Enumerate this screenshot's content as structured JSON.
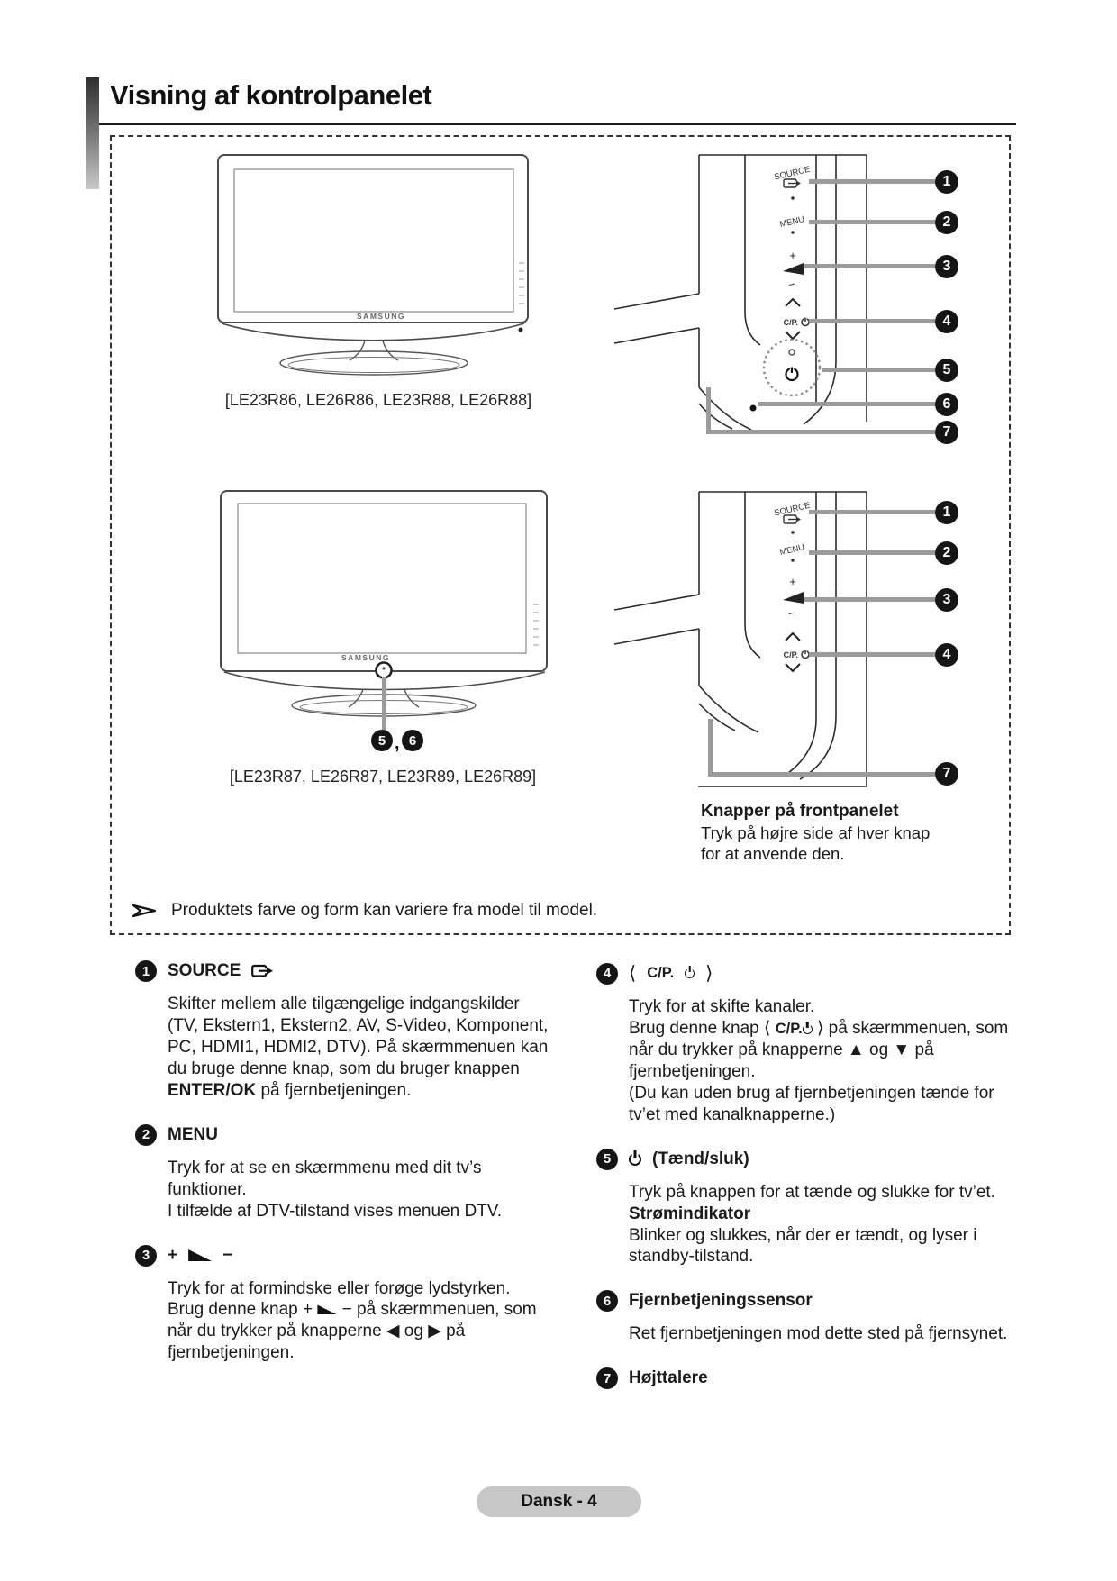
{
  "header": {
    "title": "Visning af kontrolpanelet"
  },
  "diagram": {
    "brand": "SAMSUNG",
    "models_top": "[LE23R86, LE26R86, LE23R88, LE26R88]",
    "models_bottom": "[LE23R87, LE26R87, LE23R89, LE26R89]",
    "caption_title": "Knapper på frontpanelet",
    "caption_text": "Tryk på højre side af hver knap for at anvende den.",
    "note": "Produktets farve og form kan variere fra model til model.",
    "panel": {
      "source": "SOURCE",
      "menu": "MENU",
      "plus": "+",
      "minus": "−",
      "cp": "C/P."
    },
    "callouts_top": [
      "1",
      "2",
      "3",
      "4",
      "5",
      "6",
      "7"
    ],
    "callouts_bottom": [
      "1",
      "2",
      "3",
      "4",
      "7"
    ],
    "front_callouts": {
      "a": "5",
      "sep": ",",
      "b": "6"
    }
  },
  "items": [
    {
      "num": "1",
      "title": "SOURCE",
      "p1a": "Skifter mellem alle tilgængelige indgangskilder (TV, Ekstern1, Ekstern2, AV, S-Video, Komponent, PC, HDMI1, HDMI2, DTV). På skærmmenuen kan du bruge denne knap, som du bruger knappen ",
      "p1b": "ENTER/OK",
      "p1c": " på fjernbetjeningen."
    },
    {
      "num": "2",
      "title": "MENU",
      "p1": "Tryk for at se en skærmmenu med dit tv’s funktioner.",
      "p2": "I tilfælde af DTV-tilstand vises menuen DTV."
    },
    {
      "num": "3",
      "plus": "+",
      "minus": "−",
      "p1": "Tryk for at formindske eller forøge lydstyrken.",
      "p2a": "Brug denne knap + ",
      "p2b": " −  på skærmmenuen, som når du trykker på knapperne ◀ og ▶ på fjernbetjeningen."
    },
    {
      "num": "4",
      "open": "⟨",
      "cp": "C/P.",
      "close": "⟩",
      "p1": "Tryk for at skifte kanaler.",
      "p2a": "Brug denne knap ⟨ ",
      "p2b": "C/P.",
      "p2c": " ⟩ på skærmmenuen, som når du trykker på knapperne ▲ og ▼ på fjernbetjeningen.",
      "p3": "(Du kan uden brug af fjernbetjeningen tænde for tv’et med kanalknapperne.)"
    },
    {
      "num": "5",
      "title": "(Tænd/sluk)",
      "p1": "Tryk på knappen for at tænde og slukke for tv’et.",
      "sub": "Strømindikator",
      "p2": "Blinker og slukkes, når der er tændt, og lyser i standby-tilstand."
    },
    {
      "num": "6",
      "title": "Fjernbetjeningssensor",
      "p1": "Ret fjernbetjeningen mod dette sted på fjernsynet."
    },
    {
      "num": "7",
      "title": "Højttalere"
    }
  ],
  "footer": {
    "page_label": "Dansk - 4"
  },
  "colors": {
    "leader": "#9b9b9b",
    "callout_bg": "#151515",
    "footer_pill_bg": "#c7c7c7"
  }
}
